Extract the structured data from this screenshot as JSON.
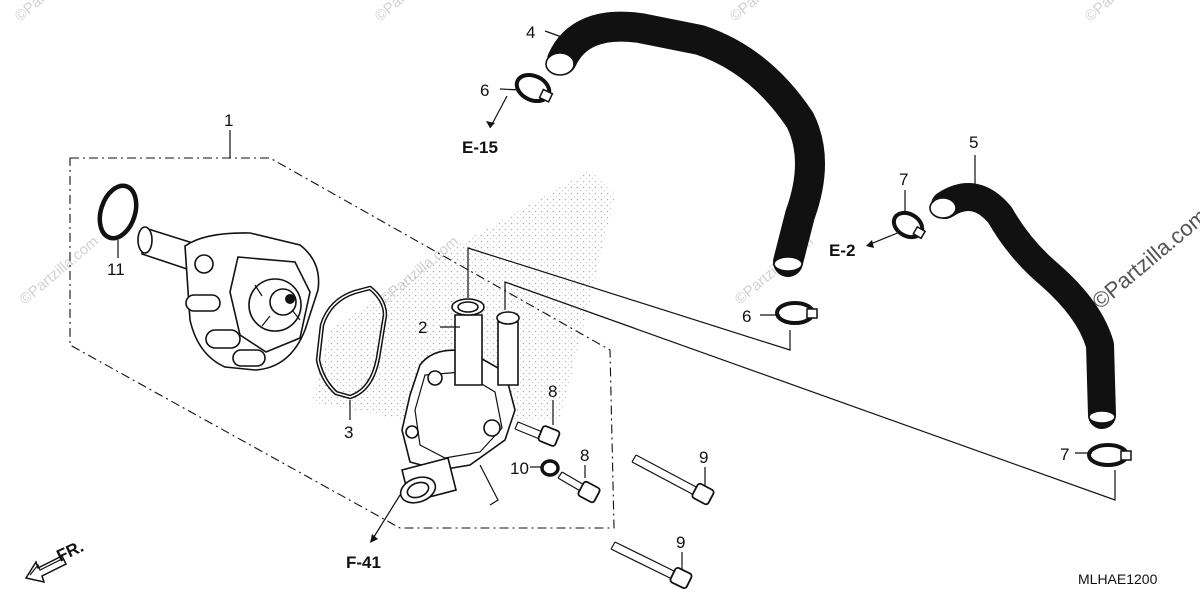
{
  "callouts": {
    "n1": "1",
    "n2": "2",
    "n3": "3",
    "n4": "4",
    "n5": "5",
    "n6a": "6",
    "n6b": "6",
    "n7a": "7",
    "n7b": "7",
    "n8a": "8",
    "n8b": "8",
    "n9a": "9",
    "n9b": "9",
    "n10": "10",
    "n11": "11"
  },
  "refs": {
    "e15": "E-15",
    "e2": "E-2",
    "f41": "F-41"
  },
  "front_label": "FR.",
  "diagram_code": "MLHAE1200",
  "watermarks": {
    "w1": "©Partzilla.com",
    "w2": "©Partzilla.com",
    "w3": "©Partzilla.com",
    "w4": "©Partzilla.com",
    "w5": "©Partzilla.com",
    "w6": "©Partzilla.com",
    "w7": "©Partzilla.com",
    "side": "©Partzilla.com"
  }
}
